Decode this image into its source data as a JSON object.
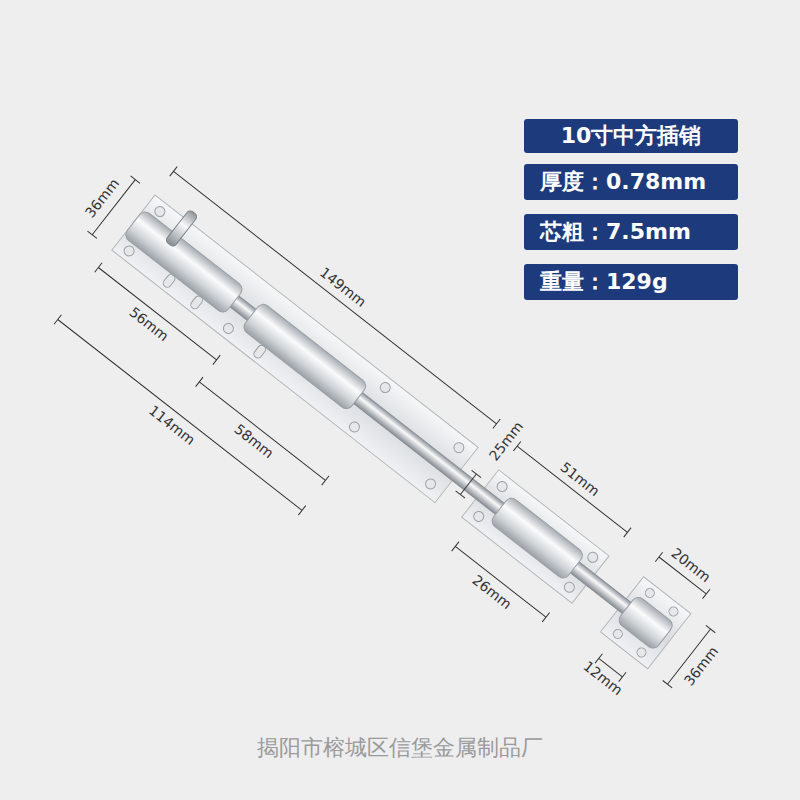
{
  "diagram": {
    "nodes": [
      {
        "text": [
          "10寸中方插销"
        ]
      },
      {
        "text": [
          "厚度：0.78mm"
        ]
      },
      {
        "text": [
          "芯粗：7.5mm"
        ]
      },
      {
        "text": [
          "重量：129g"
        ]
      }
    ],
    "labels": [
      "36mm",
      "149mm",
      "56mm",
      "114mm",
      "58mm",
      "25mm",
      "51mm",
      "20mm",
      "26mm",
      "12mm",
      "36mm",
      "揭阳市榕城区信堡金属制品厂"
    ]
  }
}
